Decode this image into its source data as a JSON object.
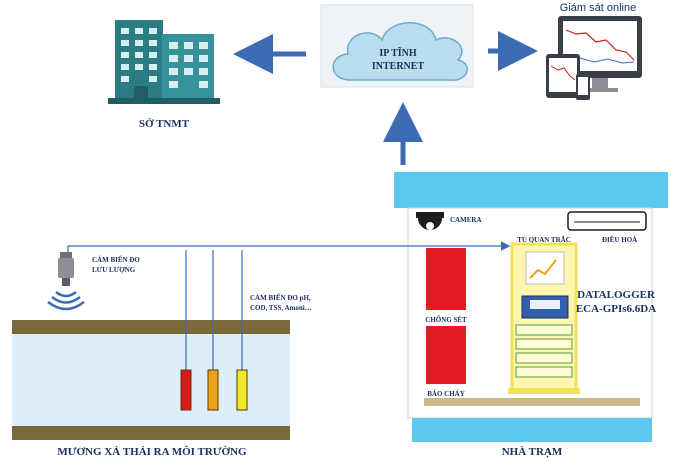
{
  "labels": {
    "so_tnmt": "SỞ TNMT",
    "cloud_line1": "IP TĨNH",
    "cloud_line2": "INTERNET",
    "monitor_online": "Giám sát online",
    "camera": "CAMERA",
    "tu_quan_trac": "TỦ QUAN TRẮC",
    "dieu_hoa": "ĐIỀU HOÀ",
    "chong_set": "CHỐNG SÉT",
    "bao_chay": "BÁO CHÁY",
    "datalogger_line1": "DATALOGGER",
    "datalogger_line2": "ECA-GPIs6.6DA",
    "flow_sensor_line1": "CẢM BIẾN ĐO",
    "flow_sensor_line2": "LƯU LƯỢNG",
    "quality_sensor_line1": "CẢM BIẾN ĐO pH,",
    "quality_sensor_line2": "COD, TSS, Amoni…",
    "channel": "MƯƠNG XẢ THẢI RA MÔI TRƯỜNG",
    "station": "NHÀ TRẠM"
  },
  "colors": {
    "arrow": "#3d6bb3",
    "building": "#2b7d83",
    "cloud": "#b9def0",
    "water": "#dceefa",
    "pipe_wall": "#7a6a3a",
    "station_roof": "#5bc8ef",
    "cabinet": "#fff7b0",
    "red_box": "#e31b23",
    "probe_colors": [
      "#d7191c",
      "#e8a317",
      "#f2e82a"
    ]
  }
}
